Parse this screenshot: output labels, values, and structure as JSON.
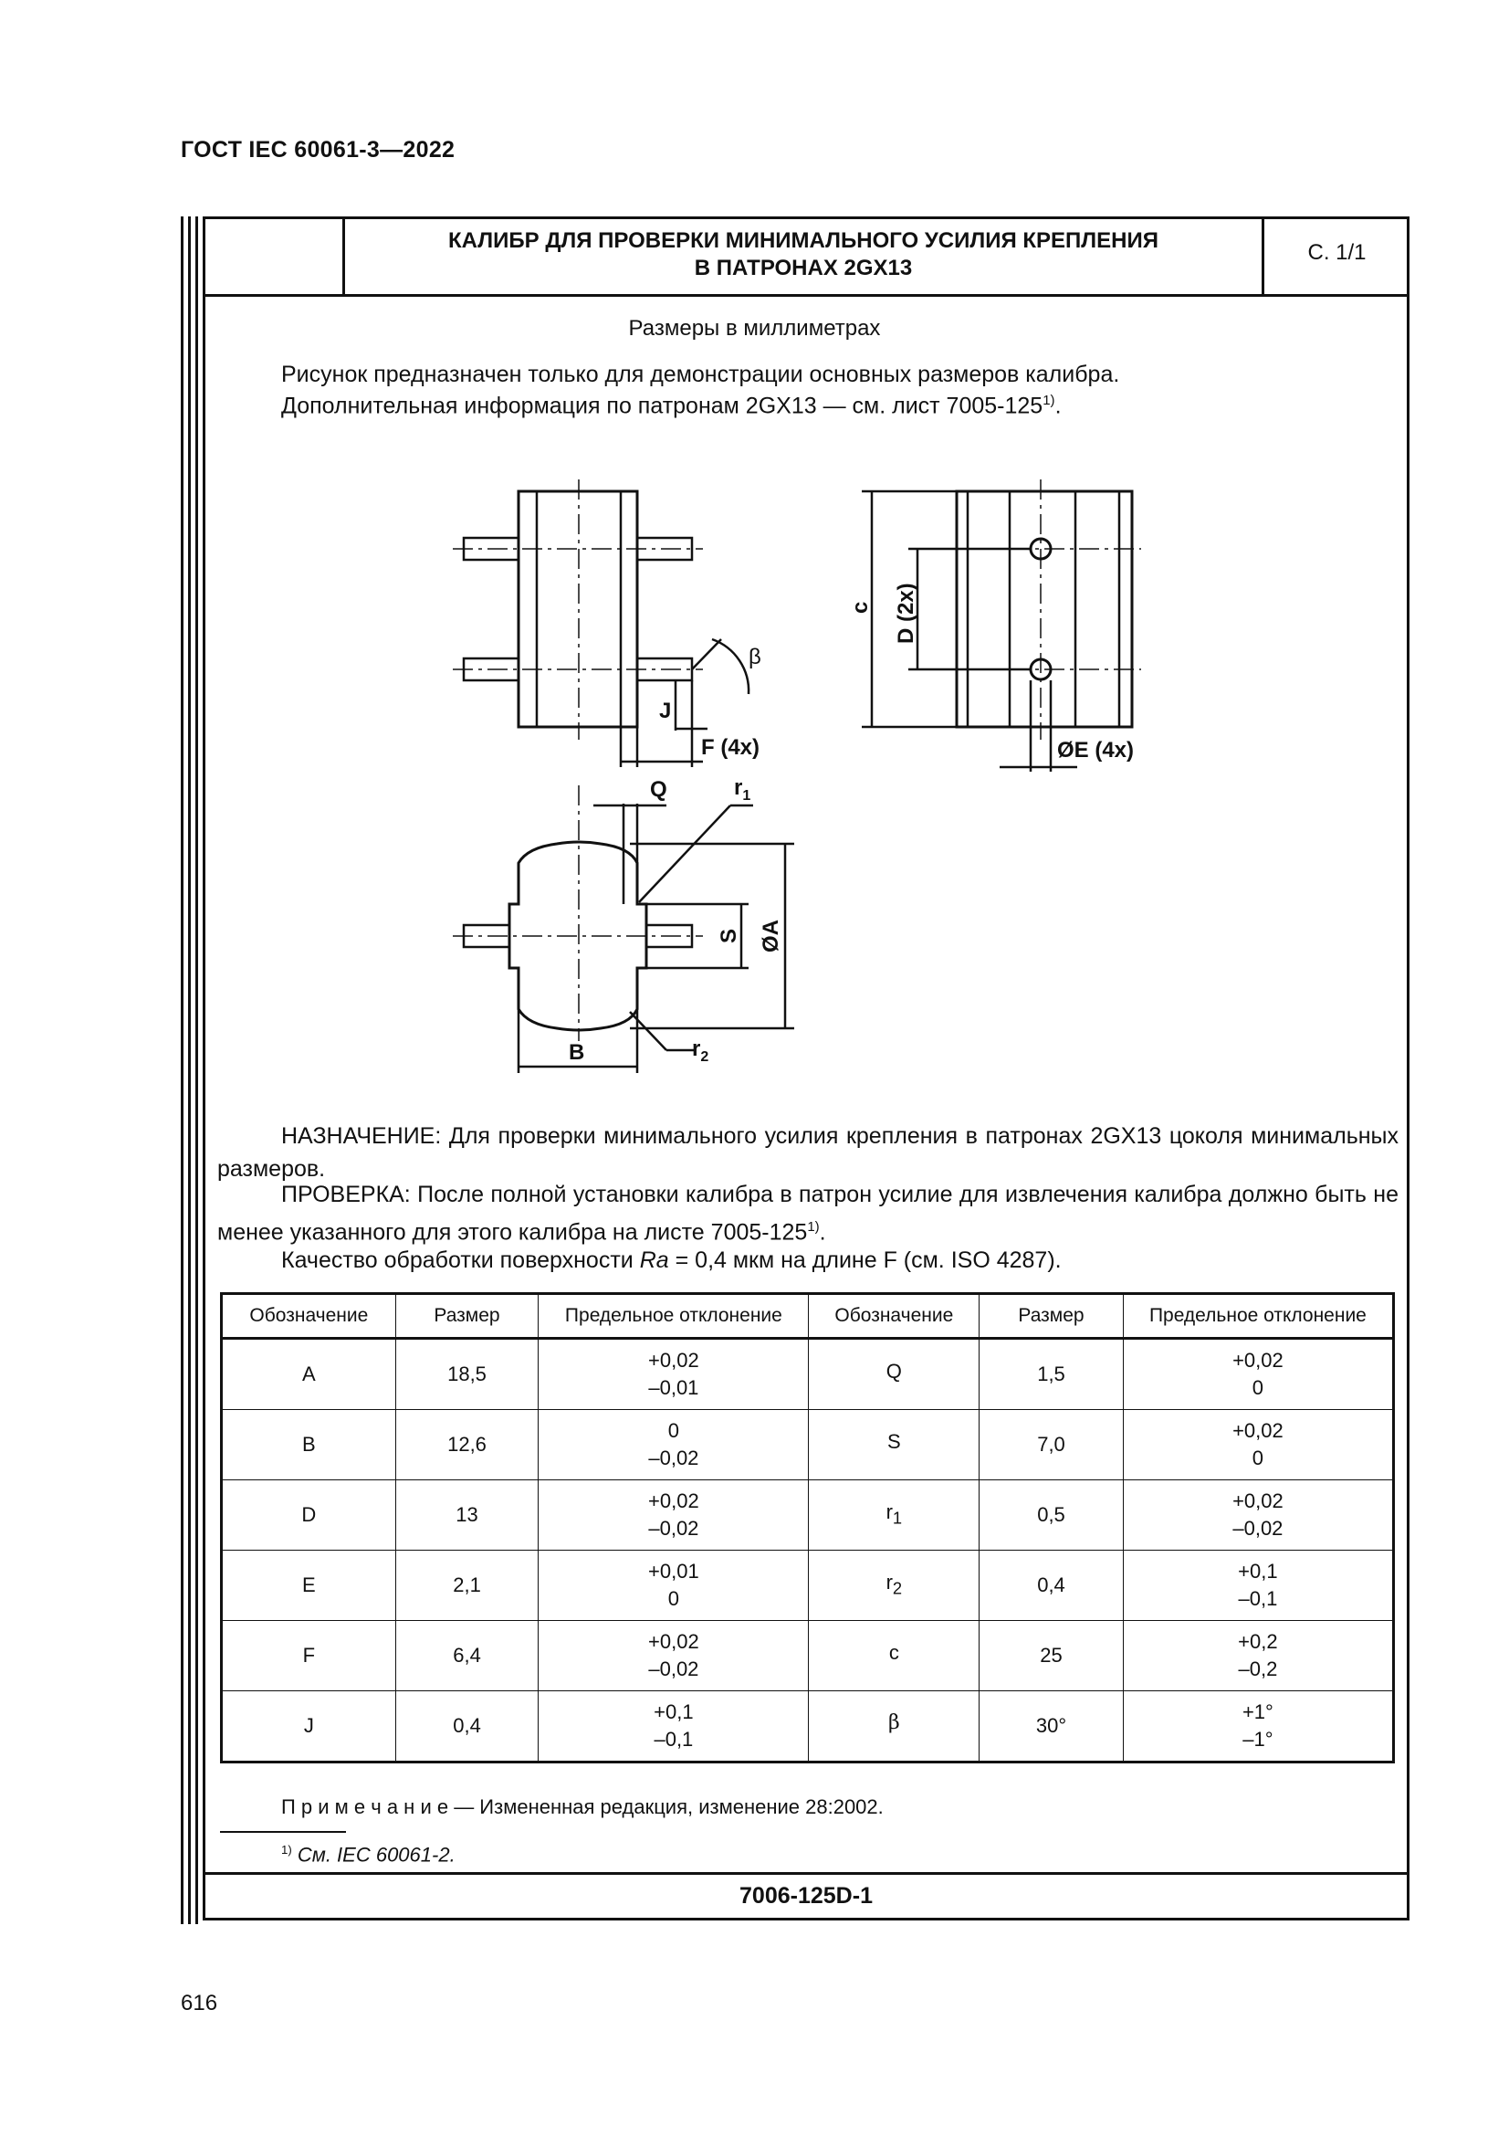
{
  "header": {
    "standard": "ГОСТ IEC 60061-3—2022"
  },
  "title": {
    "line1": "КАЛИБР ДЛЯ ПРОВЕРКИ МИНИМАЛЬНОГО УСИЛИЯ КРЕПЛЕНИЯ",
    "line2": "В ПАТРОНАХ 2GX13",
    "sheet": "С. 1/1"
  },
  "units_note": "Размеры в миллиметрах",
  "intro": {
    "line1": "Рисунок предназначен только для демонстрации основных размеров калибра.",
    "line2": "Дополнительная информация по патронам 2GX13 — см. лист 7005-125",
    "line2_sup": "1)",
    "line2_end": "."
  },
  "drawing_labels": {
    "J": "J",
    "F": "F (4x)",
    "beta": "β",
    "c": "c",
    "D": "D (2x)",
    "E": "ØE (4x)",
    "Q": "Q",
    "r1": "r",
    "r1_sub": "1",
    "S": "S",
    "A": "ØA",
    "B": "B",
    "r2": "r",
    "r2_sub": "2"
  },
  "purpose": {
    "text": "НАЗНАЧЕНИЕ: Для проверки минимального усилия крепления в патронах 2GX13 цоколя минимальных размеров."
  },
  "check": {
    "text": "ПРОВЕРКА: После полной установки калибра в патрон усилие для извлечения калибра должно быть не менее указанного для этого калибра на листе 7005-125",
    "sup": "1)",
    "end": "."
  },
  "quality": {
    "pre": "Качество обработки поверхности ",
    "ra": "Ra",
    "post": " = 0,4 мкм на длине F (см. ISO 4287)."
  },
  "table": {
    "headers": [
      "Обозначение",
      "Размер",
      "Предельное отклонение",
      "Обозначение",
      "Размер",
      "Предельное отклонение"
    ],
    "rows": [
      {
        "s1": "A",
        "v1": "18,5",
        "u1": "+0,02",
        "l1": "–0,01",
        "s2": "Q",
        "s2sub": "",
        "v2": "1,5",
        "u2": "+0,02",
        "l2": "0"
      },
      {
        "s1": "B",
        "v1": "12,6",
        "u1": "0",
        "l1": "–0,02",
        "s2": "S",
        "s2sub": "",
        "v2": "7,0",
        "u2": "+0,02",
        "l2": "0"
      },
      {
        "s1": "D",
        "v1": "13",
        "u1": "+0,02",
        "l1": "–0,02",
        "s2": "r",
        "s2sub": "1",
        "v2": "0,5",
        "u2": "+0,02",
        "l2": "–0,02"
      },
      {
        "s1": "E",
        "v1": "2,1",
        "u1": "+0,01",
        "l1": "0",
        "s2": "r",
        "s2sub": "2",
        "v2": "0,4",
        "u2": "+0,1",
        "l2": "–0,1"
      },
      {
        "s1": "F",
        "v1": "6,4",
        "u1": "+0,02",
        "l1": "–0,02",
        "s2": "c",
        "s2sub": "",
        "v2": "25",
        "u2": "+0,2",
        "l2": "–0,2"
      },
      {
        "s1": "J",
        "v1": "0,4",
        "u1": "+0,1",
        "l1": "–0,1",
        "s2": "β",
        "s2sub": "",
        "v2": "30°",
        "u2": "+1°",
        "l2": "–1°"
      }
    ]
  },
  "note": "П р и м е ч а н и е — Измененная редакция, изменение 28:2002.",
  "footnote": {
    "mark": "1)",
    "text": " См. IEC 60061-2."
  },
  "sheet_code": "7006-125D-1",
  "page_number": "616"
}
